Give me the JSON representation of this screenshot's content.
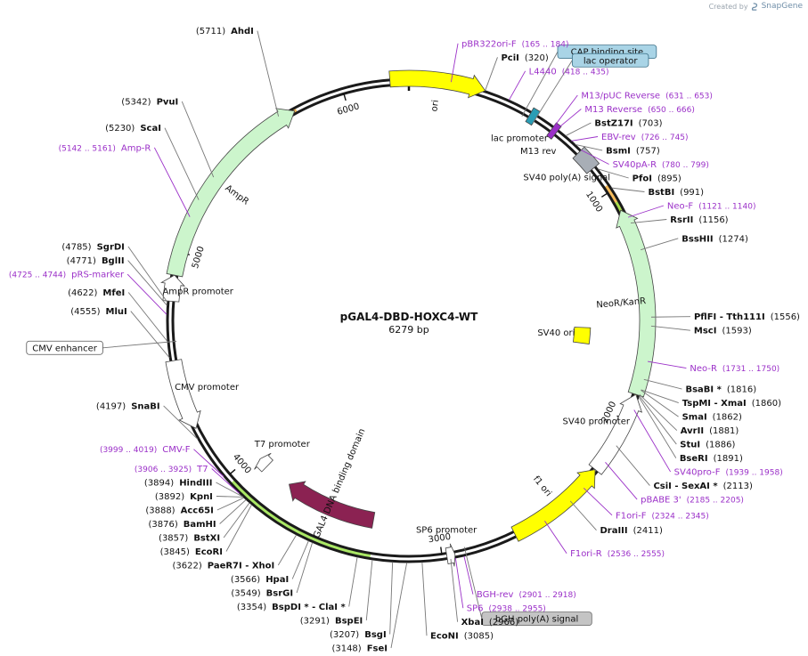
{
  "credit": {
    "created_by": "Created by",
    "brand": "SnapGene"
  },
  "plasmid": {
    "name": "pGAL4-DBD-HOXC4-WT",
    "size": "6279 bp",
    "length": 6279
  },
  "ticks": [
    {
      "label": "1000",
      "pos": 1000
    },
    {
      "label": "2000",
      "pos": 2000
    },
    {
      "label": "3000",
      "pos": 3000
    },
    {
      "label": "4000",
      "pos": 4000
    },
    {
      "label": "5000",
      "pos": 5000
    },
    {
      "label": "6000",
      "pos": 6000
    }
  ],
  "colors": {
    "backbone": "#1a1a1a",
    "ori": "#ffff00",
    "resistance": "#ccf5cc",
    "promoter": "#ffffff",
    "gal4": "#8b2252",
    "terminator": "#a8aeb6",
    "primer": "#9b30c8",
    "highlight_green": "#9be34a",
    "highlight_orange": "#f5b041",
    "callout_fill": "#a9d4e6",
    "polya_callout_fill": "#c4c4c4"
  },
  "features": [
    {
      "label": "ori",
      "kind": "ori",
      "start": 6200,
      "end": 320,
      "ring": 272,
      "arrow": "cw",
      "fill": "#ffff00"
    },
    {
      "label": "AmpR",
      "kind": "resistance",
      "start": 4900,
      "end": 5780,
      "ring": 268,
      "arrow": "cw",
      "fill": "#ccf5cc"
    },
    {
      "label": "AmpR promoter",
      "kind": "promoter",
      "start": 4790,
      "end": 4900,
      "ring": 268,
      "arrow": "cw",
      "fill": "#ffffff"
    },
    {
      "label": "NeoR/KanR",
      "kind": "resistance",
      "start": 1090,
      "end": 1885,
      "ring": 268,
      "arrow": "ccw",
      "fill": "#ccf5cc"
    },
    {
      "label": "SV40 promoter",
      "kind": "promoter",
      "start": 1885,
      "end": 2245,
      "ring": 268,
      "arrow": "ccw",
      "fill": "#ffffff"
    },
    {
      "label": "f1 ori",
      "kind": "ori",
      "start": 2245,
      "end": 2680,
      "ring": 268,
      "arrow": "ccw",
      "fill": "#ffff00"
    },
    {
      "label": "CMV promoter",
      "kind": "promoter",
      "start": 4240,
      "end": 4540,
      "ring": 268,
      "arrow": "ccw",
      "fill": "#ffffff"
    },
    {
      "label": "GAL4 DNA binding domain",
      "kind": "cds",
      "start": 3315,
      "end": 3770,
      "ring": 228,
      "arrow": "cw",
      "fill": "#8b2252"
    },
    {
      "label": "T7 promoter",
      "kind": "promoter",
      "start": 3910,
      "end": 3960,
      "ring": 228,
      "arrow": "cw",
      "fill": "#ffffff"
    },
    {
      "label": "SP6 promoter",
      "kind": "promoter",
      "start": 2945,
      "end": 2980,
      "ring": 268,
      "arrow": "ccw",
      "fill": "#ffffff"
    },
    {
      "label": "SV40 poly(A) signal",
      "kind": "terminator",
      "start": 790,
      "end": 880,
      "ring": 268,
      "arrow": "none",
      "fill": "#a8aeb6"
    },
    {
      "label": "SV40 ori",
      "kind": "ori",
      "start": 1610,
      "end": 1700,
      "ring": 195,
      "arrow": "none",
      "fill": "#ffff00"
    },
    {
      "label": "lac promoter",
      "kind": "promoter",
      "start": 530,
      "end": 560,
      "ring": 268,
      "arrow": "none",
      "fill": "#2a9db5"
    },
    {
      "label": "M13 rev",
      "kind": "primer_bind",
      "start": 640,
      "end": 665,
      "ring": 268,
      "arrow": "none",
      "fill": "#9b30c8"
    }
  ],
  "feature_labels": [
    {
      "text": "ori"
    },
    {
      "text": "AmpR"
    },
    {
      "text": "AmpR promoter"
    },
    {
      "text": "NeoR/KanR"
    },
    {
      "text": "SV40 promoter"
    },
    {
      "text": "f1 ori"
    },
    {
      "text": "CMV promoter"
    },
    {
      "text": "GAL4 DNA binding domain"
    },
    {
      "text": "T7 promoter"
    },
    {
      "text": "SP6 promoter"
    },
    {
      "text": "SV40 poly(A) signal"
    },
    {
      "text": "SV40 ori"
    },
    {
      "text": "lac promoter"
    },
    {
      "text": "M13 rev"
    }
  ],
  "highlights": [
    {
      "start": 980,
      "end": 1930,
      "color": "#f5b041"
    },
    {
      "start": 1060,
      "end": 1880,
      "color": "#9be34a"
    },
    {
      "start": 3310,
      "end": 3960,
      "color": "#9be34a"
    },
    {
      "start": 4920,
      "end": 5780,
      "color": "#f5b041"
    }
  ],
  "callouts": [
    {
      "text": "CAP binding site",
      "style": "blue",
      "pos": 505
    },
    {
      "text": "lac operator",
      "style": "blue",
      "pos": 560
    },
    {
      "text": "CMV enhancer",
      "style": "white",
      "pos": 4620
    },
    {
      "text": "bGH poly(A) signal",
      "style": "gray",
      "pos": 2900
    }
  ],
  "sites": [
    {
      "name": "PciI",
      "pos": "(320)",
      "at": 320
    },
    {
      "name": "BstZ17I",
      "pos": "(703)",
      "at": 703
    },
    {
      "name": "BsmI",
      "pos": "(757)",
      "at": 757
    },
    {
      "name": "PfoI",
      "pos": "(895)",
      "at": 895
    },
    {
      "name": "BstBI",
      "pos": "(991)",
      "at": 991
    },
    {
      "name": "RsrII",
      "pos": "(1156)",
      "at": 1156
    },
    {
      "name": "BssHII",
      "pos": "(1274)",
      "at": 1274
    },
    {
      "name": "PflFI - Tth111I",
      "pos": "(1556)",
      "at": 1556
    },
    {
      "name": "MscI",
      "pos": "(1593)",
      "at": 1593
    },
    {
      "name": "BsaBI *",
      "pos": "(1816)",
      "at": 1816
    },
    {
      "name": "TspMI - XmaI",
      "pos": "(1860)",
      "at": 1860
    },
    {
      "name": "SmaI",
      "pos": "(1862)",
      "at": 1862
    },
    {
      "name": "AvrII",
      "pos": "(1881)",
      "at": 1881
    },
    {
      "name": "StuI",
      "pos": "(1886)",
      "at": 1886
    },
    {
      "name": "BseRI",
      "pos": "(1891)",
      "at": 1891
    },
    {
      "name": "CsiI - SexAI *",
      "pos": "(2113)",
      "at": 2113
    },
    {
      "name": "DraIII",
      "pos": "(2411)",
      "at": 2411
    },
    {
      "name": "XbaI",
      "pos": "(2966)",
      "at": 2966
    },
    {
      "name": "EcoNI",
      "pos": "(3085)",
      "at": 3085
    },
    {
      "name": "FseI",
      "pos": "(3148)",
      "at": 3148
    },
    {
      "name": "BsgI",
      "pos": "(3207)",
      "at": 3207
    },
    {
      "name": "BspEI",
      "pos": "(3291)",
      "at": 3291
    },
    {
      "name": "BspDI * - ClaI *",
      "pos": "(3354)",
      "at": 3354
    },
    {
      "name": "BsrGI",
      "pos": "(3549)",
      "at": 3549
    },
    {
      "name": "HpaI",
      "pos": "(3566)",
      "at": 3566
    },
    {
      "name": "PaeR7I - XhoI",
      "pos": "(3622)",
      "at": 3622
    },
    {
      "name": "EcoRI",
      "pos": "(3845)",
      "at": 3845
    },
    {
      "name": "BstXI",
      "pos": "(3857)",
      "at": 3857
    },
    {
      "name": "BamHI",
      "pos": "(3876)",
      "at": 3876
    },
    {
      "name": "Acc65I",
      "pos": "(3888)",
      "at": 3888
    },
    {
      "name": "KpnI",
      "pos": "(3892)",
      "at": 3892
    },
    {
      "name": "HindIII",
      "pos": "(3894)",
      "at": 3894
    },
    {
      "name": "SnaBI",
      "pos": "(4197)",
      "at": 4197
    },
    {
      "name": "MluI",
      "pos": "(4555)",
      "at": 4555
    },
    {
      "name": "MfeI",
      "pos": "(4622)",
      "at": 4622
    },
    {
      "name": "BglII",
      "pos": "(4771)",
      "at": 4771
    },
    {
      "name": "SgrDI",
      "pos": "(4785)",
      "at": 4785
    },
    {
      "name": "ScaI",
      "pos": "(5230)",
      "at": 5230
    },
    {
      "name": "PvuI",
      "pos": "(5342)",
      "at": 5342
    },
    {
      "name": "AhdI",
      "pos": "(5711)",
      "at": 5711
    }
  ],
  "primers": [
    {
      "name": "pBR322ori-F",
      "range": "(165 .. 184)",
      "at": 175
    },
    {
      "name": "L4440",
      "range": "(418 .. 435)",
      "at": 426
    },
    {
      "name": "M13/pUC Reverse",
      "range": "(631 .. 653)",
      "at": 642
    },
    {
      "name": "M13 Reverse",
      "range": "(650 .. 666)",
      "at": 658
    },
    {
      "name": "EBV-rev",
      "range": "(726 .. 745)",
      "at": 735
    },
    {
      "name": "SV40pA-R",
      "range": "(780 .. 799)",
      "at": 790
    },
    {
      "name": "Neo-F",
      "range": "(1121 .. 1140)",
      "at": 1130
    },
    {
      "name": "Neo-R",
      "range": "(1731 .. 1750)",
      "at": 1740
    },
    {
      "name": "SV40pro-F",
      "range": "(1939 .. 1958)",
      "at": 1948
    },
    {
      "name": "pBABE 3'",
      "range": "(2185 .. 2205)",
      "at": 2195
    },
    {
      "name": "F1ori-F",
      "range": "(2324 .. 2345)",
      "at": 2334
    },
    {
      "name": "F1ori-R",
      "range": "(2536 .. 2555)",
      "at": 2545
    },
    {
      "name": "BGH-rev",
      "range": "(2901 .. 2918)",
      "at": 2910
    },
    {
      "name": "SP6",
      "range": "(2938 .. 2955)",
      "at": 2946
    },
    {
      "name": "T7",
      "range": "(3906 .. 3925)",
      "at": 3915
    },
    {
      "name": "CMV-F",
      "range": "(3999 .. 4019)",
      "at": 4009
    },
    {
      "name": "pRS-marker",
      "range": "(4725 .. 4744)",
      "at": 4734
    },
    {
      "name": "Amp-R",
      "range": "(5142 .. 5161)",
      "at": 5151
    }
  ]
}
